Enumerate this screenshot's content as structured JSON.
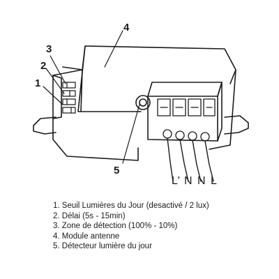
{
  "callouts": [
    "1",
    "2",
    "3",
    "4",
    "5"
  ],
  "terminals": [
    "L'",
    "N",
    "N",
    "L"
  ],
  "legend": [
    "1. Seuil Lumières du Jour (desactivé / 2 lux)",
    "2. Délai (5s - 15min)",
    "3. Zone de détection (100% - 10%)",
    "4. Module antenne",
    "5. Détecteur lumière du jour"
  ]
}
